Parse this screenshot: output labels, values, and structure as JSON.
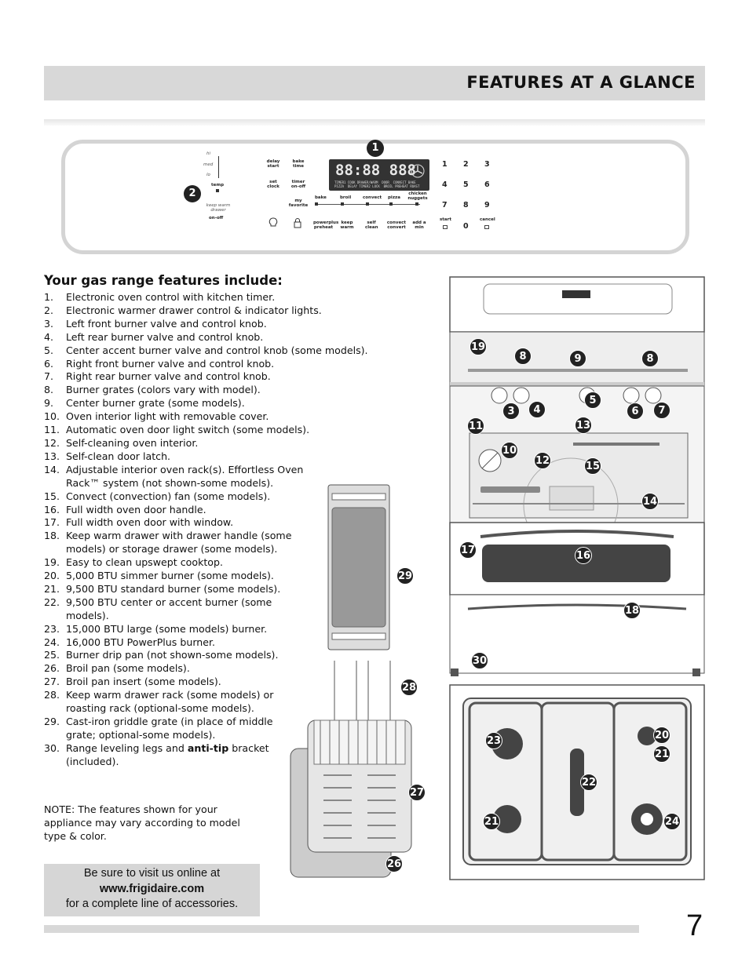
{
  "header": {
    "title": "FEATURES AT A GLANCE"
  },
  "control_panel": {
    "callout_1": "1",
    "callout_2": "2",
    "left_labels": {
      "hi": "hi",
      "med": "med",
      "lo": "lo",
      "temp": "temp",
      "keep_warm_drawer": "keep warm drawer",
      "on_off": "on-off"
    },
    "buttons": {
      "delay_start": "delay start",
      "bake_time": "bake time",
      "set_clock": "set clock",
      "timer": "timer on-off",
      "my_favorite": "my favorite",
      "bake": "bake",
      "broil": "broil",
      "convect": "convect",
      "pizza": "pizza",
      "chicken_nuggets": "chicken nuggets",
      "powerplus_preheat": "powerplus preheat",
      "keep_warm": "keep warm",
      "self_clean": "self clean",
      "convect_convert": "convect convert",
      "add_a_min": "add a min",
      "start": "start",
      "cancel": "cancel"
    },
    "display": {
      "digits": "88:88 888",
      "small_text": "TIMER1 COOK DRAWER/WARM  DOOR  CONVECT BAKE\nPIZZA  DELAY TIMER2 LOCK  BROIL PREHEAT ROAST"
    },
    "keypad": [
      "1",
      "2",
      "3",
      "4",
      "5",
      "6",
      "7",
      "8",
      "9",
      "0"
    ]
  },
  "features": {
    "title": "Your gas range features include:",
    "items": [
      {
        "num": "1.",
        "text": "Electronic oven control with kitchen timer."
      },
      {
        "num": "2.",
        "text": "Electronic warmer drawer control & indicator lights."
      },
      {
        "num": "3.",
        "text": "Left front burner valve and control knob."
      },
      {
        "num": "4.",
        "text": "Left rear burner valve and control knob."
      },
      {
        "num": "5.",
        "text": "Center accent burner valve and control knob (some models)."
      },
      {
        "num": "6.",
        "text": "Right front burner valve and control knob."
      },
      {
        "num": "7.",
        "text": "Right rear burner valve and control knob."
      },
      {
        "num": "8.",
        "text": "Burner grates (colors vary with model)."
      },
      {
        "num": "9.",
        "text": "Center burner grate (some models)."
      },
      {
        "num": "10.",
        "text": "Oven interior light with removable cover."
      },
      {
        "num": "11.",
        "text": "Automatic oven door light switch (some models)."
      },
      {
        "num": "12.",
        "text": "Self-cleaning oven interior."
      },
      {
        "num": "13.",
        "text": "Self-clean door latch."
      },
      {
        "num": "14.",
        "text": "Adjustable interior oven rack(s). Effortless Oven Rack™ system (not shown-some models)."
      },
      {
        "num": "15.",
        "text": "Convect (convection) fan (some models)."
      },
      {
        "num": "16.",
        "text": "Full width oven door handle."
      },
      {
        "num": "17.",
        "text": "Full width oven door with window."
      },
      {
        "num": "18.",
        "text": "Keep warm drawer with drawer handle (some models) or storage drawer (some models)."
      },
      {
        "num": "19.",
        "text": "Easy to clean upswept cooktop."
      },
      {
        "num": "20.",
        "text": "5,000 BTU simmer burner (some models)."
      },
      {
        "num": "21.",
        "text": "9,500 BTU standard burner (some models)."
      },
      {
        "num": "22.",
        "text": "9,500 BTU center or accent burner (some models)."
      },
      {
        "num": "23.",
        "text": "15,000 BTU large (some models) burner."
      },
      {
        "num": "24.",
        "text": "16,000 BTU PowerPlus burner."
      },
      {
        "num": "25.",
        "text": "Burner drip pan (not shown-some models)."
      },
      {
        "num": "26.",
        "text": "Broil pan (some models)."
      },
      {
        "num": "27.",
        "text": "Broil pan insert (some models)."
      },
      {
        "num": "28.",
        "text": "Keep warm drawer rack (some models) or roasting rack (optional-some models)."
      },
      {
        "num": "29.",
        "text": "Cast-iron griddle grate (in place of middle grate; optional-some models)."
      },
      {
        "num": "30.",
        "text_before": "Range leveling legs and ",
        "text_bold": "anti-tip",
        "text_after": " bracket (included)."
      }
    ]
  },
  "note": "NOTE: The features shown for your appliance may vary according to model type & color.",
  "visit_box": {
    "line1": "Be sure to visit us online at",
    "url": "www.frigidaire.com",
    "line3": "for a complete line of accessories."
  },
  "range_callouts": [
    "19",
    "8",
    "9",
    "8",
    "5",
    "3",
    "4",
    "6",
    "7",
    "11",
    "13",
    "10",
    "12",
    "15",
    "14",
    "17",
    "16",
    "18",
    "30"
  ],
  "cooktop_callouts": [
    "23",
    "20",
    "21",
    "22",
    "21",
    "24"
  ],
  "accessory_callouts": [
    "29",
    "28",
    "27",
    "26"
  ],
  "page_number": "7"
}
